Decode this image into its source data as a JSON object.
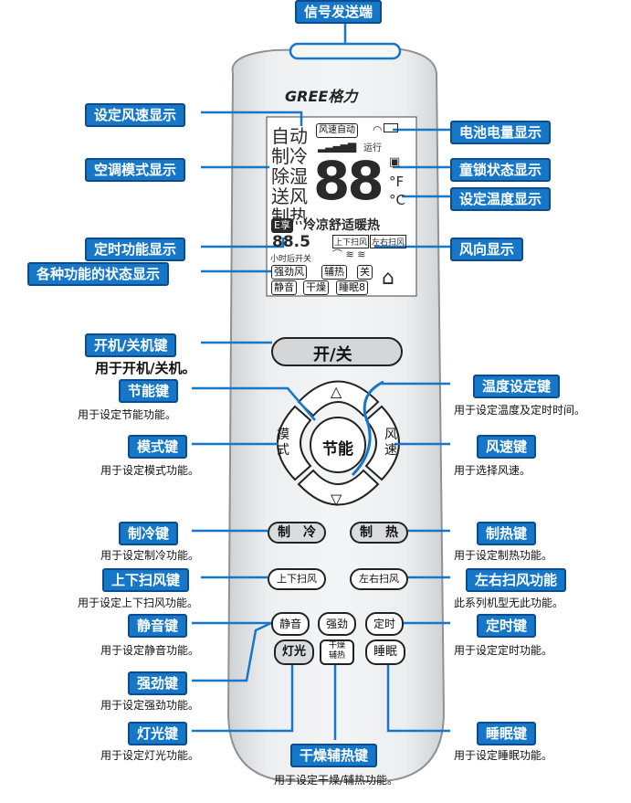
{
  "brand": "GREE格力",
  "labels": {
    "signal": "信号发送端",
    "fan_speed_display": "设定风速显示",
    "mode_display": "空调模式显示",
    "timer_display": "定时功能显示",
    "status_display": "各种功能的状态显示",
    "battery_display": "电池电量显示",
    "child_lock_display": "童锁状态显示",
    "temp_display": "设定温度显示",
    "swing_display": "风向显示",
    "power_key": "开机/关机键",
    "power_desc": "用于开机/关机。",
    "eco_key": "节能键",
    "eco_desc": "用于设定节能功能。",
    "mode_key": "模式键",
    "mode_desc": "用于设定模式功能。",
    "temp_key": "温度设定键",
    "temp_desc": "用于设定温度及定时时间。",
    "fan_key": "风速键",
    "fan_desc": "用于选择风速。",
    "cool_key": "制冷键",
    "cool_desc": "用于设定制冷功能。",
    "heat_key": "制热键",
    "heat_desc": "用于设定制热功能。",
    "vswing_key": "上下扫风键",
    "vswing_desc": "用于设定上下扫风功能。",
    "hswing_key": "左右扫风功能",
    "hswing_desc": "此系列机型无此功能。",
    "quiet_key": "静音键",
    "quiet_desc": "用于设定静音功能。",
    "timer_key": "定时键",
    "timer_desc": "用于设定定时功能。",
    "turbo_key": "强劲键",
    "turbo_desc": "用于设定强劲功能。",
    "light_key": "灯光键",
    "light_desc": "用于设定灯光功能。",
    "sleep_key": "睡眠键",
    "sleep_desc": "用于设定睡眠功能。",
    "dry_key": "干燥辅热键",
    "dry_desc": "用于设定干燥/辅热功能。"
  },
  "lcd": {
    "mode_chars": [
      "自动",
      "制冷",
      "除湿",
      "送风",
      "制热"
    ],
    "fan_speed": "风速自动",
    "run": "运行",
    "temp_digits": "88",
    "unit_f": "°F",
    "unit_c": "°C",
    "e_label": "E享",
    "feel": "冷凉舒适暖热",
    "timer_value": "88.5",
    "timer_caption": "小时后开关",
    "swing_ud": "上下扫风",
    "swing_lr": "左右扫风",
    "status": [
      "强劲风",
      "辅热",
      "关",
      "静音",
      "干燥",
      "睡眠8"
    ]
  },
  "buttons": {
    "power": "开/关",
    "up": "△",
    "down": "▽",
    "eco": "节能",
    "mode": "模\n式",
    "fan": "风\n速",
    "cool": "制　冷",
    "heat": "制　热",
    "vswing": "上下扫风",
    "hswing": "左右扫风",
    "quiet": "静音",
    "turbo": "强劲",
    "timer": "定时",
    "light": "灯光",
    "dry": "干燥\n辅热",
    "sleep": "睡眠"
  },
  "colors": {
    "accent": "#1677c8",
    "lcd_text": "#2a2a2a",
    "remote_body": "#e6e8ea"
  }
}
